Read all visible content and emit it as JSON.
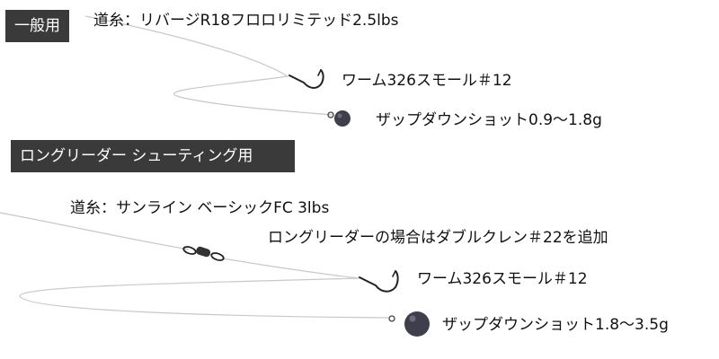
{
  "section_general": {
    "title": "一般用",
    "line_label": "道糸：リバージR18フロロリミテッド2.5lbs",
    "worm_label": "ワーム326スモール＃12",
    "shot_label": "ザップダウンショット0.9～1.8g"
  },
  "section_long_leader": {
    "title": "ロングリーダー シューティング用",
    "line_label": "道糸：サンライン ベーシックFC 3lbs",
    "swivel_label": "ロングリーダーの場合はダブルクレン＃22を追加",
    "worm_label": "ワーム326スモール＃12",
    "shot_label": "ザップダウンショット1.8～3.5g"
  },
  "colors": {
    "badge_bg": "#3a3a3a",
    "line": "#c8c8c8",
    "hook": "#222222",
    "sinker": "#3e3e4c"
  },
  "icons": [
    "hook-icon",
    "sinker-icon",
    "swivel-icon"
  ]
}
